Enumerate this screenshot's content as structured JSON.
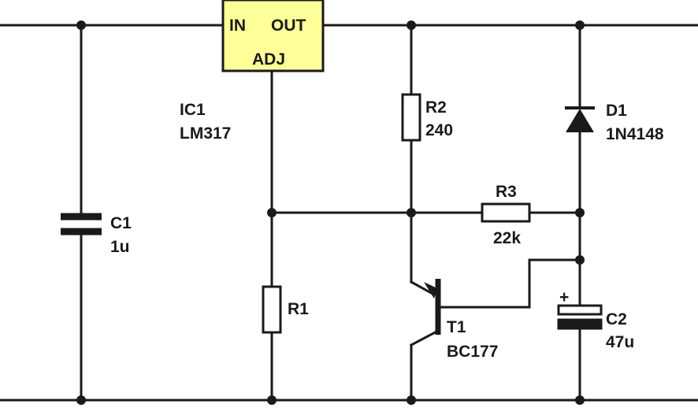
{
  "colors": {
    "wire": "#1a1a1a",
    "ic_fill": "#ffff99",
    "background": "#ffffff"
  },
  "ic1": {
    "ref": "IC1",
    "part": "LM317",
    "pin_in": "IN",
    "pin_out": "OUT",
    "pin_adj": "ADJ"
  },
  "c1": {
    "ref": "C1",
    "value": "1u"
  },
  "r1": {
    "ref": "R1"
  },
  "r2": {
    "ref": "R2",
    "value": "240"
  },
  "r3": {
    "ref": "R3",
    "value": "22k"
  },
  "d1": {
    "ref": "D1",
    "part": "1N4148"
  },
  "t1": {
    "ref": "T1",
    "part": "BC177"
  },
  "c2": {
    "ref": "C2",
    "value": "47u",
    "polarity": "+"
  }
}
